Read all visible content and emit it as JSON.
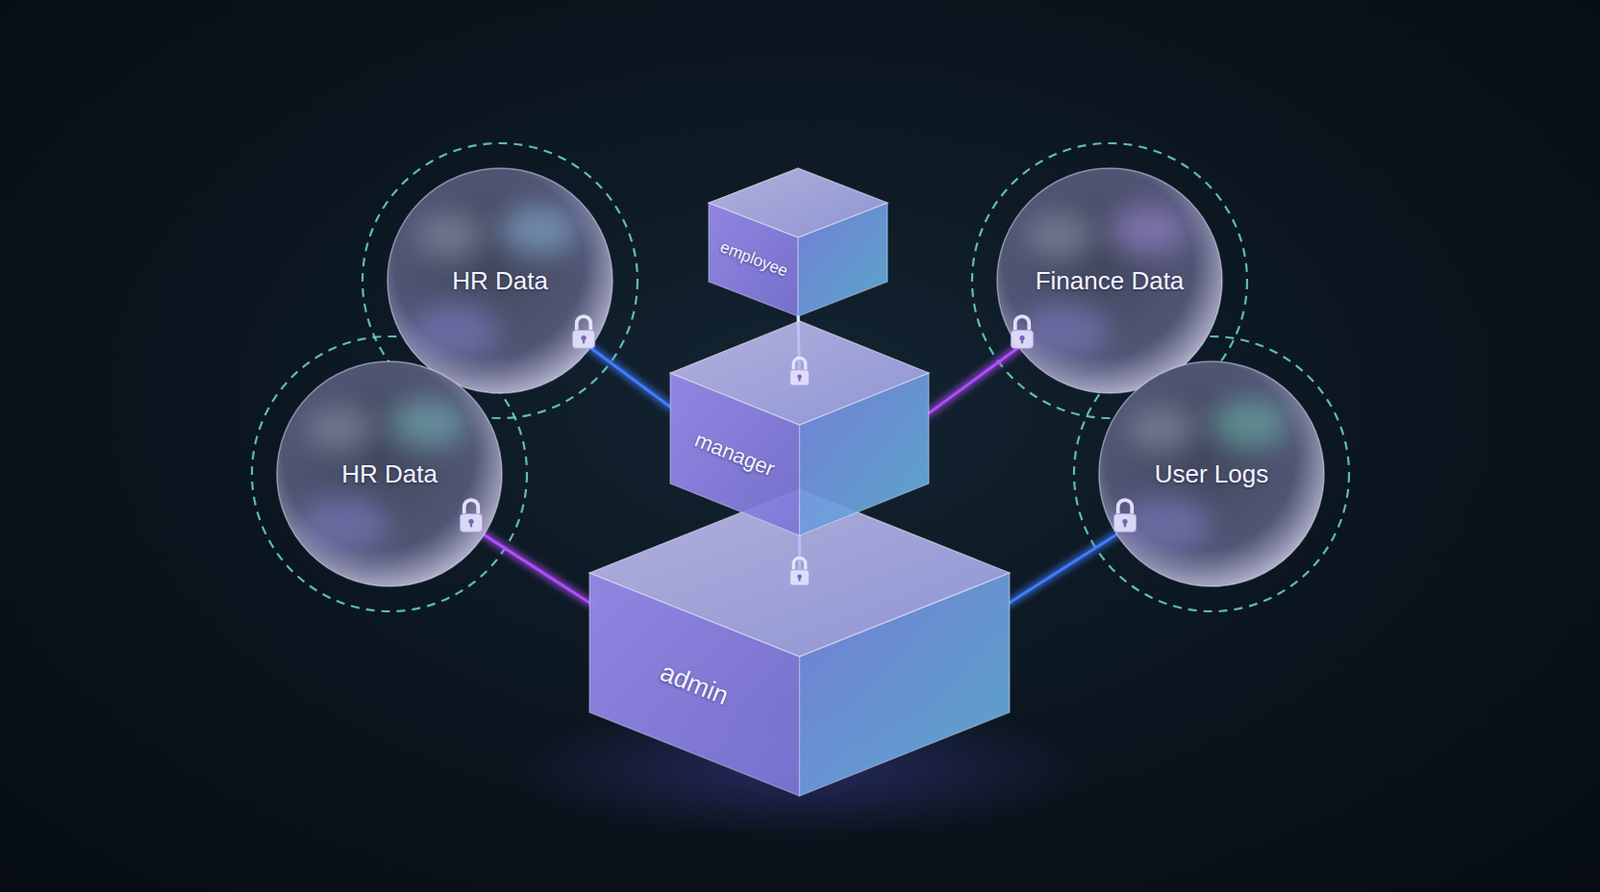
{
  "diagram": {
    "nodes": [
      {
        "text": [
          "HR Data"
        ]
      },
      {
        "text": [
          "Finance Data"
        ]
      },
      {
        "text": [
          "employee"
        ]
      },
      {
        "text": [
          "manager"
        ]
      },
      {
        "text": [
          "HR Data"
        ]
      },
      {
        "text": [
          "User Logs"
        ]
      },
      {
        "text": [
          "admin"
        ]
      }
    ],
    "edges": [
      {
        "from": 0,
        "to": 3,
        "arrow": "none"
      },
      {
        "from": 1,
        "to": 3,
        "arrow": "none"
      },
      {
        "from": 2,
        "to": 3,
        "arrow": "none"
      },
      {
        "from": 3,
        "to": 6,
        "arrow": "none"
      },
      {
        "from": 4,
        "to": 6,
        "arrow": "none"
      },
      {
        "from": 5,
        "to": 6,
        "arrow": "none"
      }
    ]
  }
}
